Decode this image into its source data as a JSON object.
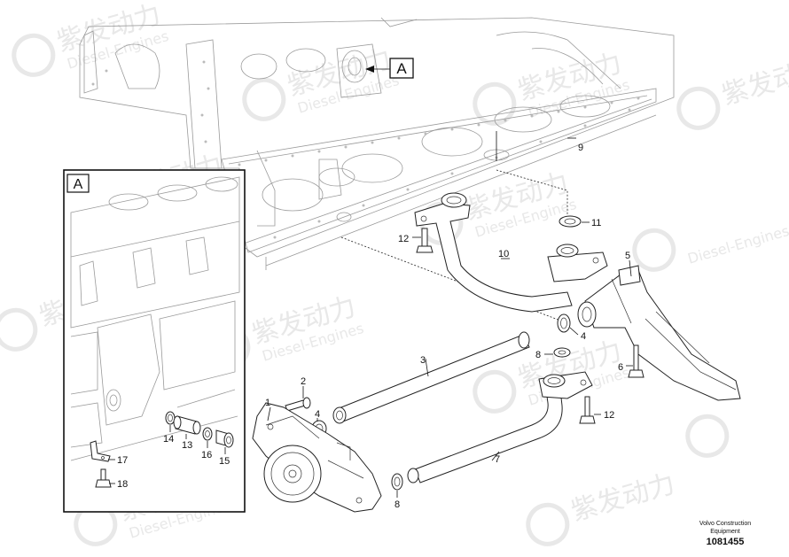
{
  "view_markers": {
    "main_label": "A",
    "detail_label": "A"
  },
  "callouts": {
    "p1": "1",
    "p2": "2",
    "p3": "3",
    "p4a": "4",
    "p4b": "4",
    "p5": "5",
    "p6": "6",
    "p7": "7",
    "p8a": "8",
    "p8b": "8",
    "p9": "9",
    "p10": "10",
    "p11": "11",
    "p12a": "12",
    "p12b": "12",
    "p13": "13",
    "p14": "14",
    "p15": "15",
    "p16": "16",
    "p17": "17",
    "p18": "18"
  },
  "watermark": {
    "brand": "紫发动力",
    "sub": "Diesel-Engines"
  },
  "footer": {
    "company_line1": "Volvo Construction",
    "company_line2": "Equipment",
    "drawing_number": "1081455"
  },
  "colors": {
    "line": "#222222",
    "watermark": "#e6e6e6",
    "background": "#ffffff"
  }
}
